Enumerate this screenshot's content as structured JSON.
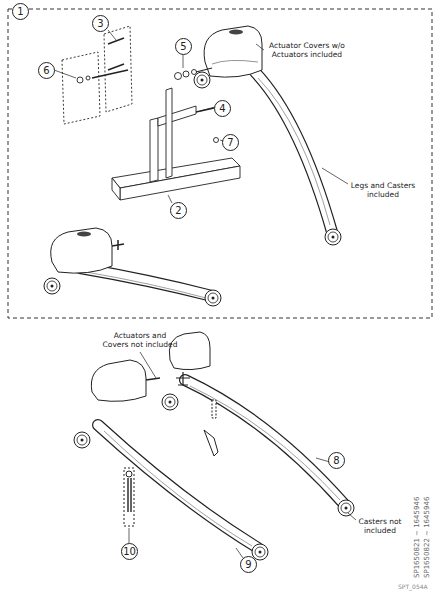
{
  "diagram": {
    "labels": [
      "1",
      "3",
      "5",
      "6",
      "4",
      "7",
      "2",
      "Actuator Covers w/o Actuators included",
      "Legs and Casters included",
      "Actuators and Covers not included",
      "8",
      "9",
      "10",
      "Casters not included",
      "SP1650821 ~ 1645946",
      "SP1650822 ~ 1645946",
      "SPT_054A"
    ]
  }
}
